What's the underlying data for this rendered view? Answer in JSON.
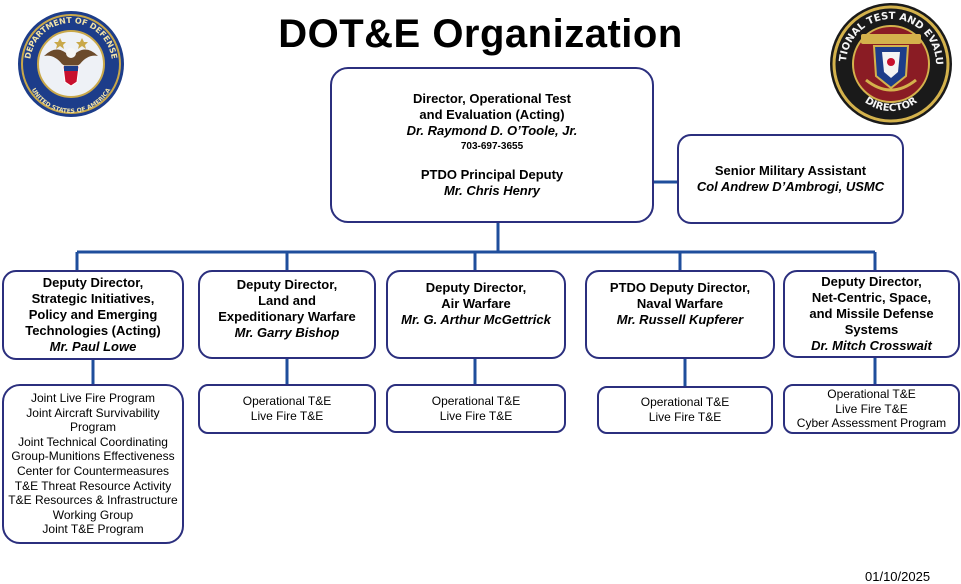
{
  "page": {
    "title": "DOT&E Organization",
    "date": "01/10/2025"
  },
  "colors": {
    "accent": "#2b2f7e",
    "connector": "#1f4e9c"
  },
  "seals": {
    "left": {
      "icon": "department-of-defense-seal-icon",
      "text_top": "DEPARTMENT OF DEFENSE",
      "text_bottom": "UNITED STATES OF AMERICA"
    },
    "right": {
      "icon": "operational-test-and-evaluation-seal-icon",
      "text_top": "OPERATIONAL TEST AND EVALUATION",
      "text_bottom": "DIRECTOR"
    }
  },
  "director": {
    "title_line1": "Director, Operational Test",
    "title_line2": "and Evaluation (Acting)",
    "name": "Dr. Raymond D. O’Toole, Jr.",
    "phone": "703-697-3655",
    "deputy_title": "PTDO Principal Deputy",
    "deputy_name": "Mr. Chris Henry"
  },
  "assistant": {
    "title": "Senior Military Assistant",
    "name": "Col Andrew D’Ambrogi, USMC"
  },
  "deputies": [
    {
      "lines": [
        "Deputy Director,",
        "Strategic Initiatives,",
        "Policy and Emerging",
        "Technologies (Acting)"
      ],
      "name": "Mr. Paul Lowe",
      "programs": [
        "Joint Live Fire Program",
        "Joint Aircraft Survivability",
        "Program",
        "Joint Technical Coordinating",
        "Group-Munitions Effectiveness",
        "Center for Countermeasures",
        "T&E Threat Resource Activity",
        "T&E Resources & Infrastructure",
        "Working Group",
        "Joint T&E Program"
      ]
    },
    {
      "lines": [
        "Deputy Director,",
        "Land and",
        "Expeditionary Warfare"
      ],
      "name": "Mr. Garry Bishop",
      "programs": [
        "Operational T&E",
        "Live Fire T&E"
      ]
    },
    {
      "lines": [
        "Deputy Director,",
        "Air Warfare"
      ],
      "name": "Mr. G. Arthur McGettrick",
      "programs": [
        "Operational T&E",
        "Live Fire T&E"
      ]
    },
    {
      "lines": [
        "PTDO Deputy Director,",
        "Naval Warfare"
      ],
      "name": "Mr. Russell Kupferer",
      "programs": [
        "Operational T&E",
        "Live Fire T&E"
      ]
    },
    {
      "lines": [
        "Deputy Director,",
        "Net-Centric, Space,",
        "and Missile Defense",
        "Systems"
      ],
      "name": "Dr. Mitch Crosswait",
      "programs": [
        "Operational T&E",
        "Live Fire T&E",
        "Cyber Assessment Program"
      ]
    }
  ]
}
